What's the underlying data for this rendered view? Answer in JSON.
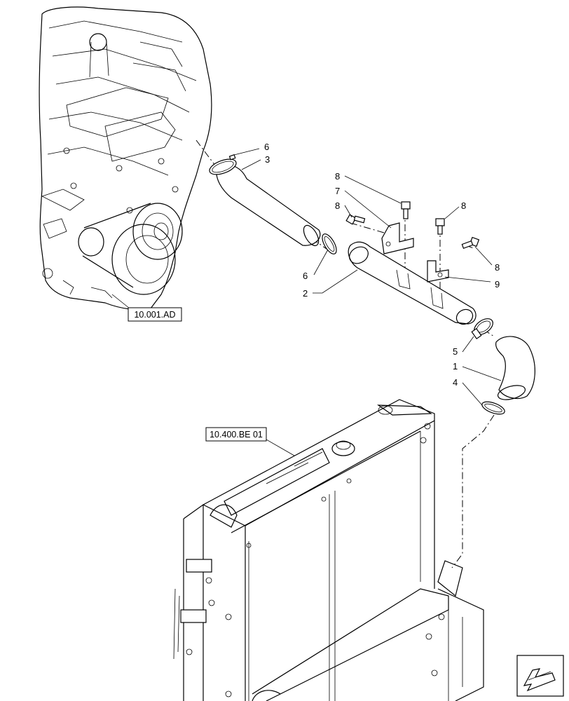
{
  "references": {
    "engine": "10.001.AD",
    "radiator": "10.400.BE 01"
  },
  "callouts": [
    {
      "id": "c6a",
      "label": "6"
    },
    {
      "id": "c3",
      "label": "3"
    },
    {
      "id": "c6b",
      "label": "6"
    },
    {
      "id": "c2",
      "label": "2"
    },
    {
      "id": "c8a",
      "label": "8"
    },
    {
      "id": "c7",
      "label": "7"
    },
    {
      "id": "c8b",
      "label": "8"
    },
    {
      "id": "c8c",
      "label": "8"
    },
    {
      "id": "c8d",
      "label": "8"
    },
    {
      "id": "c9",
      "label": "9"
    },
    {
      "id": "c5",
      "label": "5"
    },
    {
      "id": "c1",
      "label": "1"
    },
    {
      "id": "c4",
      "label": "4"
    }
  ],
  "nav_icon": "next-page-arrow-icon"
}
